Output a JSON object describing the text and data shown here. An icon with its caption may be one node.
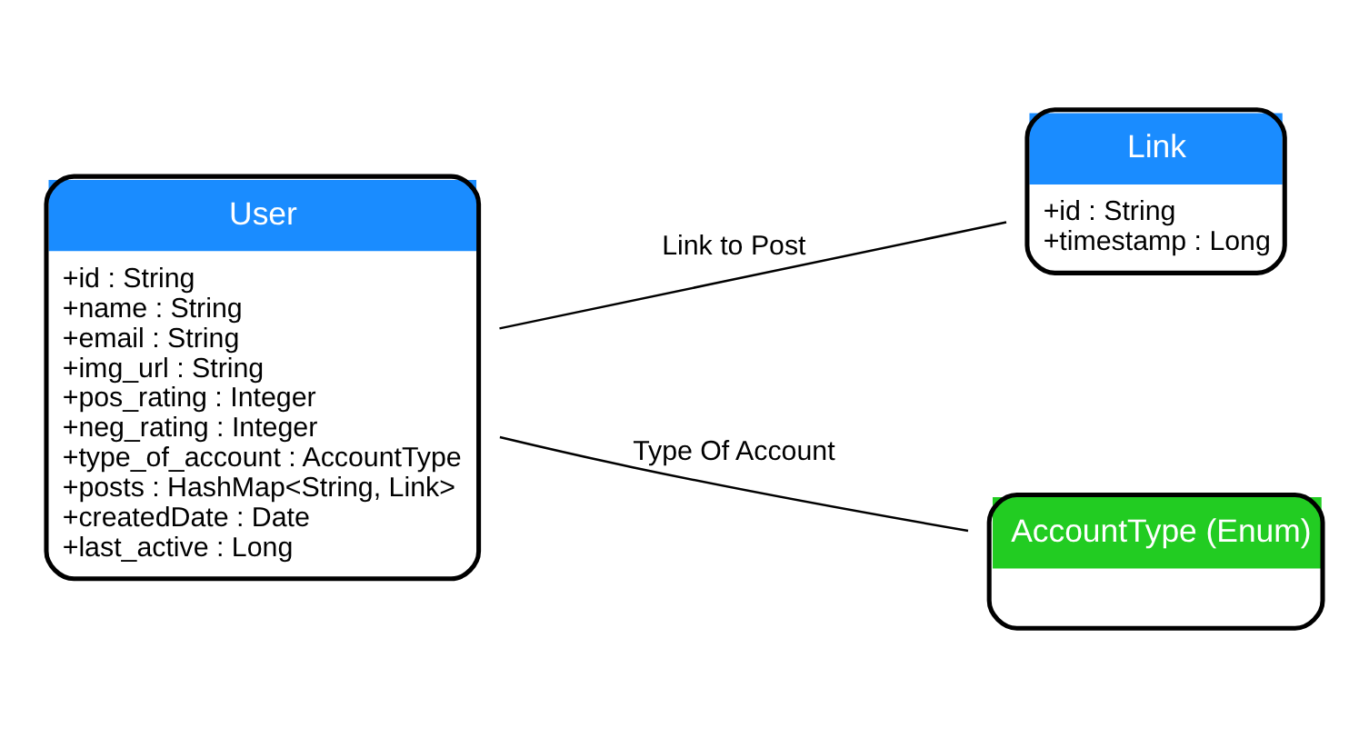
{
  "diagram": {
    "nodes": [
      {
        "text": [
          "User",
          "+id : String",
          "+name : String",
          "+email : String",
          "+img_url : String",
          "+pos_rating : Integer",
          "+neg_rating : Integer",
          "+type_of_account : AccountType",
          "+posts : HashMap<String, Link>",
          "+createdDate : Date",
          "+last_active : Long"
        ]
      },
      {
        "text": [
          "Link",
          "+id : String",
          "+timestamp : Long"
        ]
      },
      {
        "text": [
          "AccountType (Enum)"
        ]
      }
    ],
    "edges": [
      {
        "from": 0,
        "to": 1,
        "arrow": "none",
        "label": "Link to Post"
      },
      {
        "from": 0,
        "to": 2,
        "arrow": "none",
        "label": "Type Of Account"
      }
    ]
  }
}
